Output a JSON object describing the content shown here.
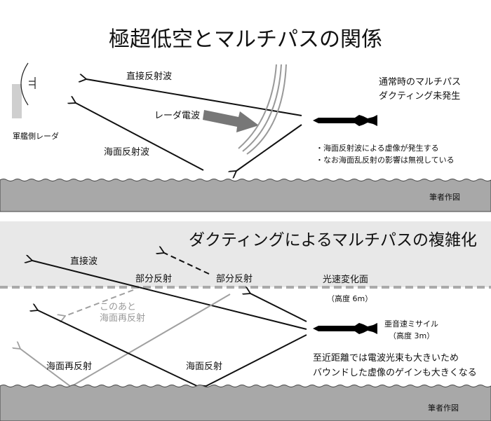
{
  "top": {
    "title": "極超低空とマルチパスの関係",
    "radar_label": "軍艦側レーダ",
    "direct_reflection_label": "直接反射波",
    "sea_reflection_label": "海面反射波",
    "radar_wave_label": "レーダ電波",
    "state_line1": "通常時のマルチパス",
    "state_line2": "ダクティング未発生",
    "note1": "・海面反射波による虚像が発生する",
    "note2": "・なお海面乱反射の影響は無視している",
    "credit": "筆者作図"
  },
  "bottom": {
    "title": "ダクティングによるマルチパスの複雑化",
    "direct_wave_label": "直接波",
    "partial_reflection_label_1": "部分反射",
    "partial_reflection_label_2": "部分反射",
    "later_line1": "このあと",
    "later_line2": "海面再反射",
    "sea_rereflection_label": "海面再反射",
    "sea_reflection_label": "海面反射",
    "layer_label": "光速変化面",
    "layer_height": "（高度 6m）",
    "missile_label": "亜音速ミサイル",
    "missile_height": "（高度 3m）",
    "note1": "至近距離では電波光束も大きいため",
    "note2": "バウンドした虚像のゲインも大きくなる",
    "credit": "筆者作図"
  },
  "colors": {
    "sea": "#a8a8a8",
    "duct_air": "#e8e8e8",
    "layer_line": "#aaaaaa",
    "secondary": "#9a9a9a",
    "radar_arrow": "#777777"
  }
}
